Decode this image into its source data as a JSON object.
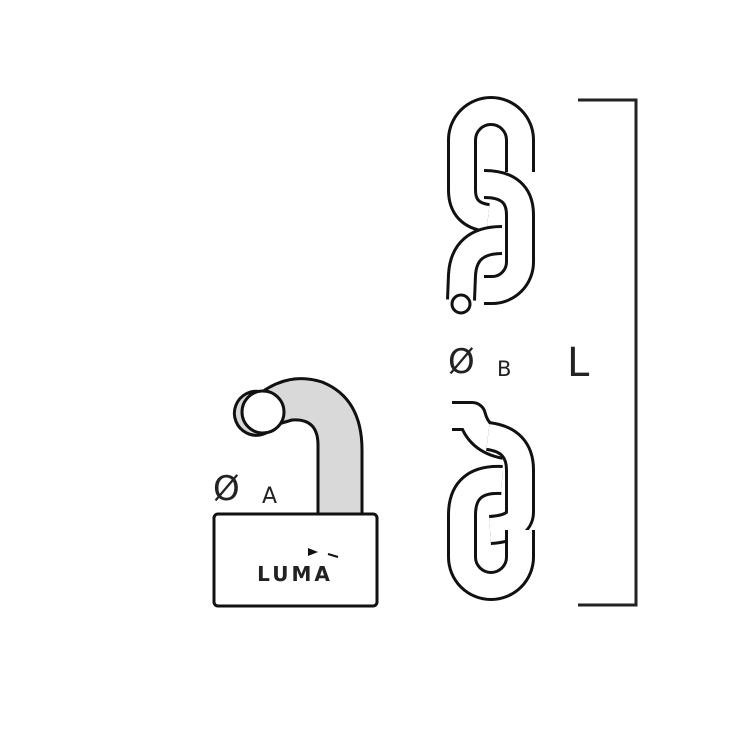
{
  "labels": {
    "diameter_a_symbol": "Ø",
    "diameter_a_letter": "A",
    "diameter_b_symbol": "Ø",
    "diameter_b_letter": "B",
    "length": "L"
  },
  "logo": {
    "text": "LUMA"
  },
  "colors": {
    "stroke": "#111111",
    "shackle_fill": "#d9d9d9",
    "link_fill": "#ffffff"
  }
}
